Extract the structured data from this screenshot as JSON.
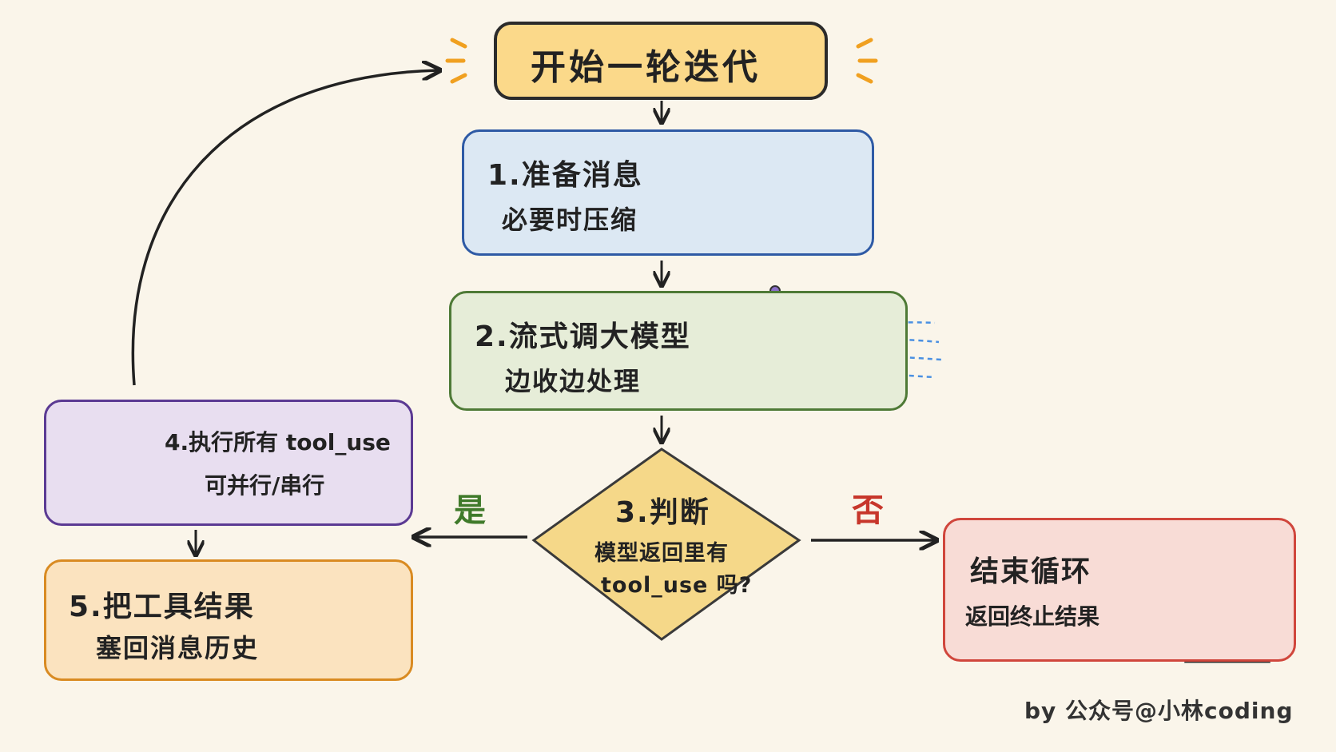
{
  "nodes": {
    "start": {
      "label": "开始一轮迭代"
    },
    "step1": {
      "title": "1.准备消息",
      "subtitle": "必要时压缩"
    },
    "step2": {
      "title": "2.流式调大模型",
      "subtitle": "边收边处理"
    },
    "step3": {
      "title": "3.判断",
      "line1": "模型返回里有",
      "line2": "tool_use 吗?"
    },
    "step4": {
      "title": "4.执行所有 tool_use",
      "subtitle": "可并行/串行"
    },
    "step5": {
      "title": "5.把工具结果",
      "subtitle": "塞回消息历史"
    },
    "end": {
      "title": "结束循环",
      "subtitle": "返回终止结果"
    }
  },
  "edges": {
    "yes_label": "是",
    "no_label": "否"
  },
  "credit": "by 公众号@小林coding",
  "colors": {
    "start_fill": "#fbd98a",
    "start_border": "#2b2b2b",
    "step1_fill": "#dce8f3",
    "step1_border": "#2e5aa5",
    "step2_fill": "#e6edd8",
    "step2_border": "#4e7a36",
    "step3_fill": "#f5d889",
    "step3_border": "#3a3a3a",
    "step4_fill": "#e8def0",
    "step4_border": "#5b3a93",
    "step5_fill": "#fbe3bf",
    "step5_border": "#d98b22",
    "end_fill": "#f8dcd6",
    "end_border": "#d0463c",
    "yes_color": "#3f7a2a",
    "no_color": "#c7362b"
  }
}
